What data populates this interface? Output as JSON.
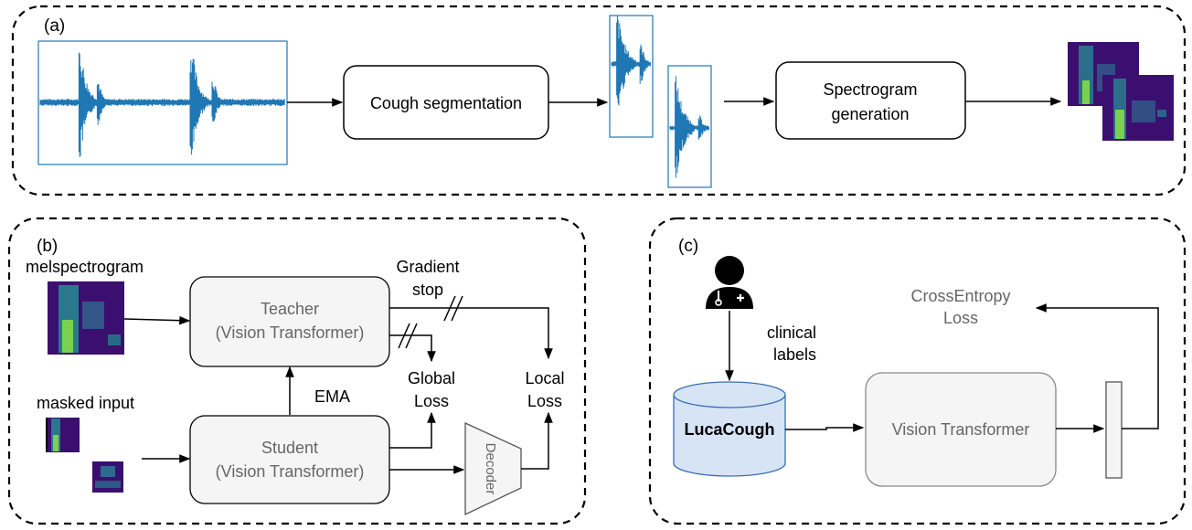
{
  "panel_a": {
    "label": "(a)",
    "cough_segmentation": "Cough segmentation",
    "spectrogram_generation_line1": "Spectrogram",
    "spectrogram_generation_line2": "generation"
  },
  "panel_b": {
    "label": "(b)",
    "melspectrogram": "melspectrogram",
    "masked_input": "masked input",
    "teacher_line1": "Teacher",
    "teacher_line2": "(Vision Transformer)",
    "student_line1": "Student",
    "student_line2": "(Vision Transformer)",
    "gradient_line1": "Gradient",
    "gradient_line2": "stop",
    "ema": "EMA",
    "global_line1": "Global",
    "global_line2": "Loss",
    "local_line1": "Local",
    "local_line2": "Loss",
    "decoder": "Decoder"
  },
  "panel_c": {
    "label": "(c)",
    "clinical_line1": "clinical",
    "clinical_line2": "labels",
    "lucacough": "LucaCough",
    "vision_transformer": "Vision Transformer",
    "crossentropy_line1": "CrossEntropy",
    "crossentropy_line2": "Loss"
  },
  "colors": {
    "waveform": "#1f77b4",
    "box_fill_gray": "#f5f5f5",
    "database_fill": "#d6e4f6",
    "database_stroke": "#3b6db5"
  }
}
